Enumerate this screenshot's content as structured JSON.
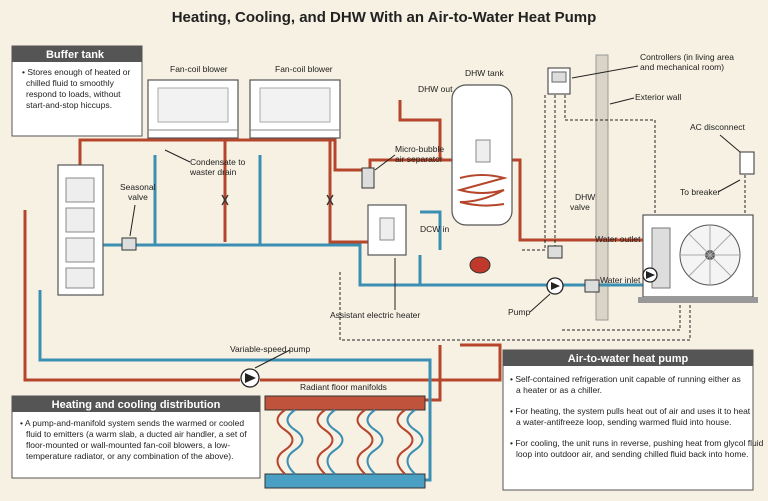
{
  "title": "Heating, Cooling, and DHW With an Air-to-Water Heat Pump",
  "labels": {
    "fan_coil_left": "Fan-coil blower",
    "fan_coil_right": "Fan-coil blower",
    "condensate": "Condensate to\nwaster drain",
    "seasonal_valve": "Seasonal\nvalve",
    "dhw_tank": "DHW tank",
    "dhw_out": "DHW out",
    "dcw_in": "DCW in",
    "micro_bubble": "Micro-bubble\nair separator",
    "assistant_heater": "Assistant electric heater",
    "dhw_valve": "DHW\nvalve",
    "controllers": "Controllers (in living area\nand mechanical room)",
    "exterior_wall": "Exterior wall",
    "ac_disconnect": "AC disconnect",
    "to_breaker": "To breaker",
    "water_outlet": "Water outlet",
    "water_inlet": "Water inlet",
    "pump": "Pump",
    "variable_speed_pump": "Variable-speed pump",
    "radiant_manifolds": "Radiant floor manifolds"
  },
  "buffer_box": {
    "title": "Buffer tank",
    "bullet": "Stores enough of heated or chilled fluid to smoothly respond to loads, without start-and-stop hiccups."
  },
  "distribution_box": {
    "title": "Heating and cooling distribution",
    "bullet": "A pump-and-manifold system sends the warmed or cooled fluid to emitters (a warm slab, a ducted air handler, a set of floor-mounted or wall-mounted fan-coil blowers, a low-temperature radiator, or any combination of the above)."
  },
  "heatpump_box": {
    "title": "Air-to-water heat pump",
    "bullets": [
      "Self-contained refrigeration unit capable of running either as a heater or as a chiller.",
      "For heating, the system pulls heat out of air and uses it to heat a water-antifreeze loop, sending warmed fluid into house.",
      "For cooling, the unit runs in reverse, pushing heat from glycol fluid loop into outdoor air, and sending chilled fluid back into home."
    ]
  },
  "colors": {
    "hot_pipe": "#b5462b",
    "cold_pipe": "#3b8fb3",
    "box_header": "#555555",
    "background": "#f7f1e3"
  }
}
